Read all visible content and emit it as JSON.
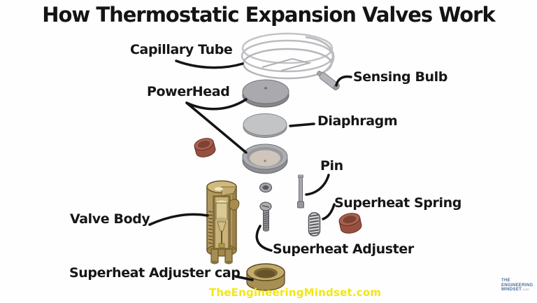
{
  "title": "How Thermostatic Expansion Valves Work",
  "labels": {
    "capillary_tube": "Capillary Tube",
    "sensing_bulb": "Sensing Bulb",
    "powerhead": "PowerHead",
    "diaphragm": "Diaphragm",
    "pin": "Pin",
    "superheat_spring": "Superheat Spring",
    "valve_body": "Valve Body",
    "superheat_adjuster": "Superheat Adjuster",
    "superheat_adjuster_cap": "Superheat Adjuster cap"
  },
  "watermark": {
    "text": "TheEngineeringMindset.com",
    "color": "#F2E713"
  },
  "logo": {
    "line1": "THE",
    "line2": "ENGINEERING",
    "line3": "MINDSET",
    "suffix": ".com",
    "color": "#4A6E9B"
  },
  "colors": {
    "background": "#FEFEFE",
    "label_text": "#161616",
    "leader_line": "#141414",
    "brass": "#B1985F",
    "copper": "#9A5342",
    "steel_gray": "#B8B9BD",
    "diaphragm_gray": "#C2C4C6"
  }
}
